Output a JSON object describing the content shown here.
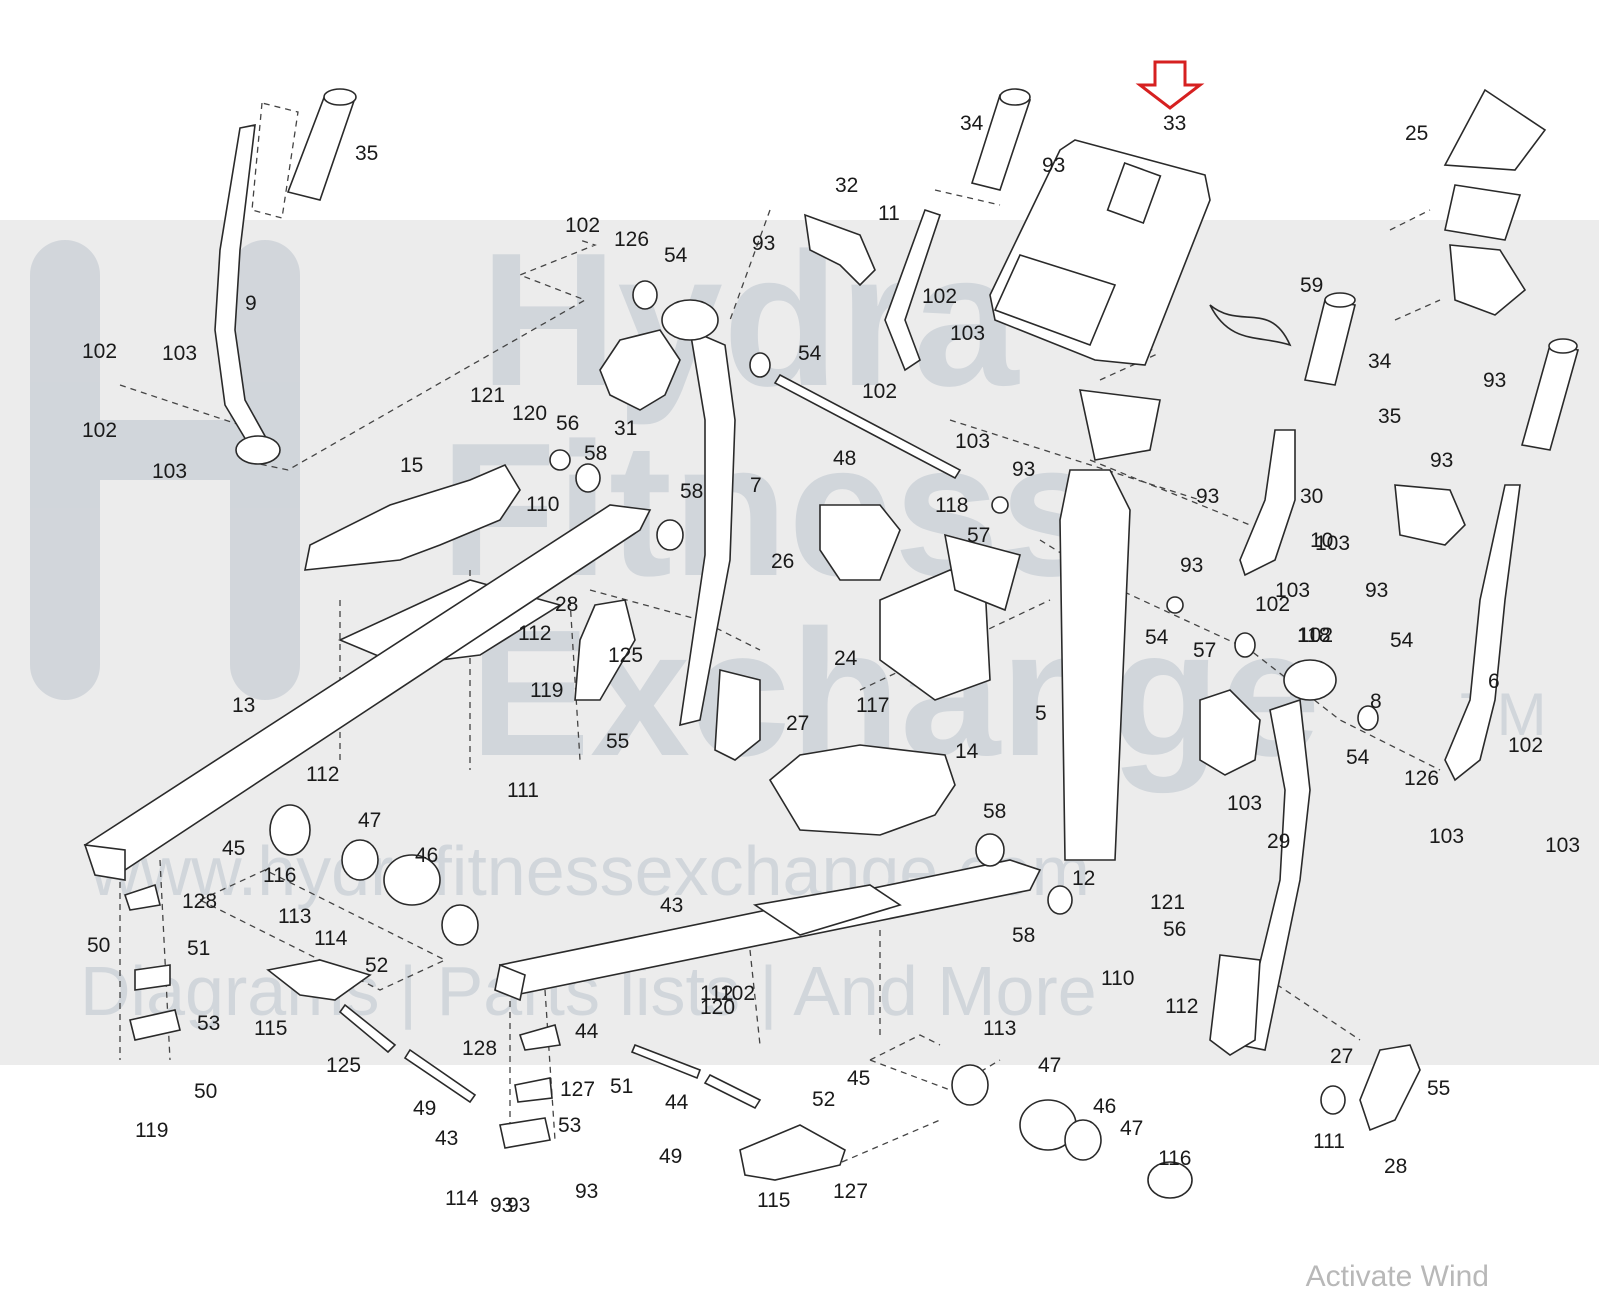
{
  "watermark": {
    "line1": "Hydra",
    "line2": "Fitness",
    "line3": "Exchange",
    "trademark": "TM",
    "url": "www.hydrafitnessexchange.com",
    "tagline": "Diagrams | Parts lists | And More"
  },
  "callout_part": "33",
  "activate_text": "Activate Wind",
  "colors": {
    "band": "#ececec",
    "arrow": "#d62020",
    "ink": "#2a2a2a",
    "watermark": "#c9cfd6"
  },
  "labels": [
    "35",
    "9",
    "102",
    "103",
    "102",
    "103",
    "34",
    "93",
    "33",
    "25",
    "32",
    "102",
    "126",
    "54",
    "93",
    "11",
    "54",
    "31",
    "102",
    "103",
    "59",
    "34",
    "102",
    "103",
    "48",
    "121",
    "120",
    "56",
    "15",
    "58",
    "110",
    "58",
    "7",
    "93",
    "118",
    "93",
    "57",
    "93",
    "26",
    "28",
    "103",
    "24",
    "112",
    "125",
    "119",
    "5",
    "117",
    "27",
    "55",
    "13",
    "14",
    "112",
    "111",
    "45",
    "47",
    "58",
    "46",
    "116",
    "128",
    "113",
    "114",
    "50",
    "51",
    "52",
    "115",
    "43",
    "12",
    "58",
    "110",
    "121",
    "56",
    "120",
    "112",
    "27",
    "125",
    "53",
    "49",
    "44",
    "128",
    "50",
    "127",
    "51",
    "44",
    "53",
    "52",
    "43",
    "49",
    "115",
    "114",
    "93",
    "127",
    "113",
    "47",
    "46",
    "47",
    "116",
    "45",
    "111",
    "55",
    "28",
    "119",
    "93",
    "93",
    "93",
    "35",
    "93",
    "30",
    "10",
    "102",
    "103",
    "93",
    "102",
    "54",
    "54",
    "57",
    "118",
    "103",
    "29",
    "6",
    "8",
    "54",
    "126",
    "102",
    "103",
    "103",
    "102",
    "112"
  ]
}
